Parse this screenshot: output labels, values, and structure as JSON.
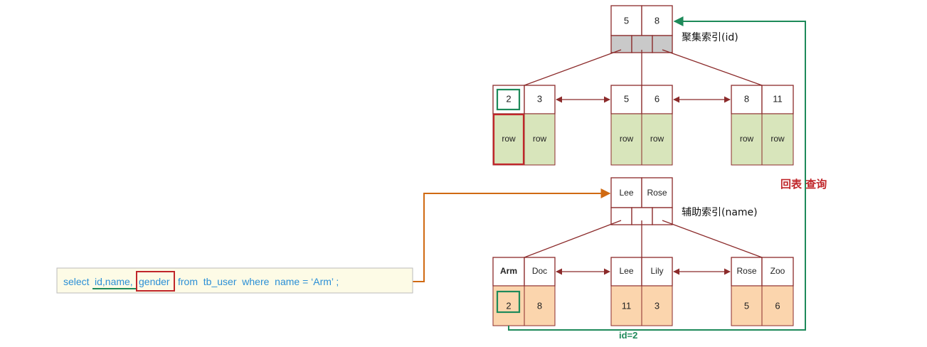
{
  "clustered_index": {
    "label": "聚集索引(id)",
    "root_keys": [
      "5",
      "8"
    ],
    "leaves": [
      {
        "keys": [
          "2",
          "3"
        ],
        "rows": [
          "row",
          "row"
        ]
      },
      {
        "keys": [
          "5",
          "6"
        ],
        "rows": [
          "row",
          "row"
        ]
      },
      {
        "keys": [
          "8",
          "11"
        ],
        "rows": [
          "row",
          "row"
        ]
      }
    ]
  },
  "secondary_index": {
    "label": "辅助索引(name)",
    "root_keys": [
      "Lee",
      "Rose"
    ],
    "leaves": [
      {
        "keys": [
          "Arm",
          "Doc"
        ],
        "ids": [
          "2",
          "8"
        ]
      },
      {
        "keys": [
          "Lee",
          "Lily"
        ],
        "ids": [
          "11",
          "3"
        ]
      },
      {
        "keys": [
          "Rose",
          "Zoo"
        ],
        "ids": [
          "5",
          "6"
        ]
      }
    ]
  },
  "sql": {
    "select": "select",
    "columns": "id,name,",
    "gender": "gender",
    "rest": "from  tb_user  where  name = ‘Arm’ ;"
  },
  "annotations": {
    "back_to_table": "回表 查询",
    "id_eq": "id=2"
  },
  "colors": {
    "node_border": "#8b2a2a",
    "root_pointer_fill": "#c9c9c9",
    "clustered_leaf_fill": "#d8e5bb",
    "secondary_leaf_fill": "#fbd5ad",
    "highlight_red": "#c0262a",
    "highlight_green": "#1e8a5a",
    "orange_arrow": "#d06a12",
    "sql_text": "#2b8fd6",
    "sql_box_fill": "#fdfbe6"
  }
}
